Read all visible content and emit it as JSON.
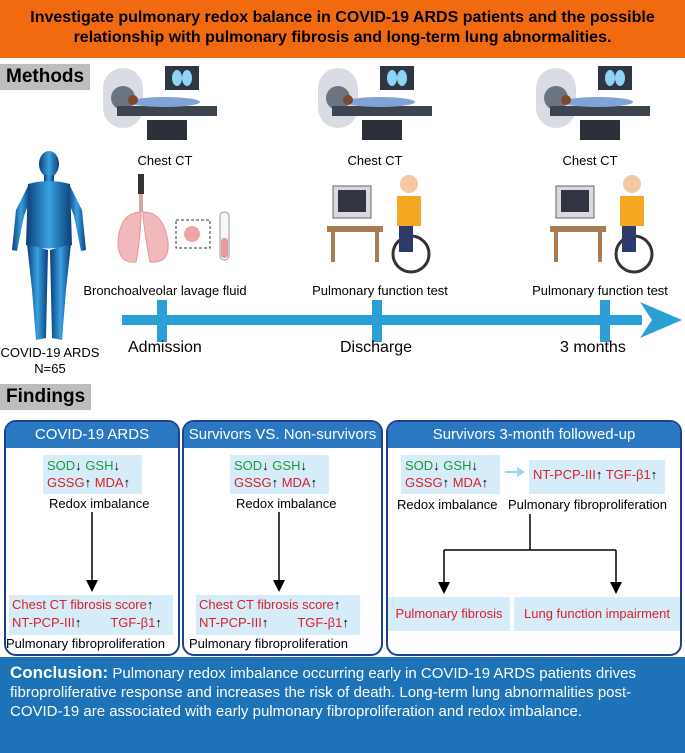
{
  "title": "Investigate pulmonary redox balance in COVID-19 ARDS patients and the possible relationship with pulmonary fibrosis and long-term lung abnormalities.",
  "methods_label": "Methods",
  "findings_label": "Findings",
  "cohort": {
    "name": "COVID-19 ARDS",
    "n": "N=65"
  },
  "captions": {
    "ct": "Chest CT",
    "balf": "Bronchoalveolar lavage fluid",
    "pft": "Pulmonary function test"
  },
  "timeline": {
    "admission": "Admission",
    "discharge": "Discharge",
    "months3": "3 months"
  },
  "markers": {
    "sod": "SOD",
    "gsh": "GSH",
    "gssg": "GSSG",
    "mda": "MDA",
    "ntpcp": "NT-PCP-III",
    "tgf": "TGF-β1"
  },
  "panels": {
    "p1": {
      "title": "COVID-19 ARDS"
    },
    "p2": {
      "title": "Survivors VS. Non-survivors"
    },
    "p3": {
      "title": "Survivors 3-month followed-up"
    }
  },
  "labels": {
    "redox": "Redox imbalance",
    "fibroprolif": "Pulmonary fibroproliferation",
    "ct_score": "Chest CT fibrosis score",
    "fibrosis": "Pulmonary fibrosis",
    "impairment": "Lung function impairment"
  },
  "conclusion": {
    "lead": "Conclusion:",
    "text": " Pulmonary redox imbalance occurring early in COVID-19 ARDS patients drives fibroproliferative response and increases the risk of death. Long-term lung abnormalities post-COVID-19 are associated with early pulmonary fibroproliferation and redox imbalance."
  },
  "colors": {
    "banner": "#f26a10",
    "panel_header": "#2b78c2",
    "conclusion": "#1d72b8",
    "timeline_arrow": "#2a9fd8",
    "up_marker": "#d8202a",
    "down_marker": "#1a9a3c"
  },
  "icons": [
    "ct-scanner-icon",
    "human-body-icon",
    "lungs-icon",
    "spirometry-icon"
  ]
}
